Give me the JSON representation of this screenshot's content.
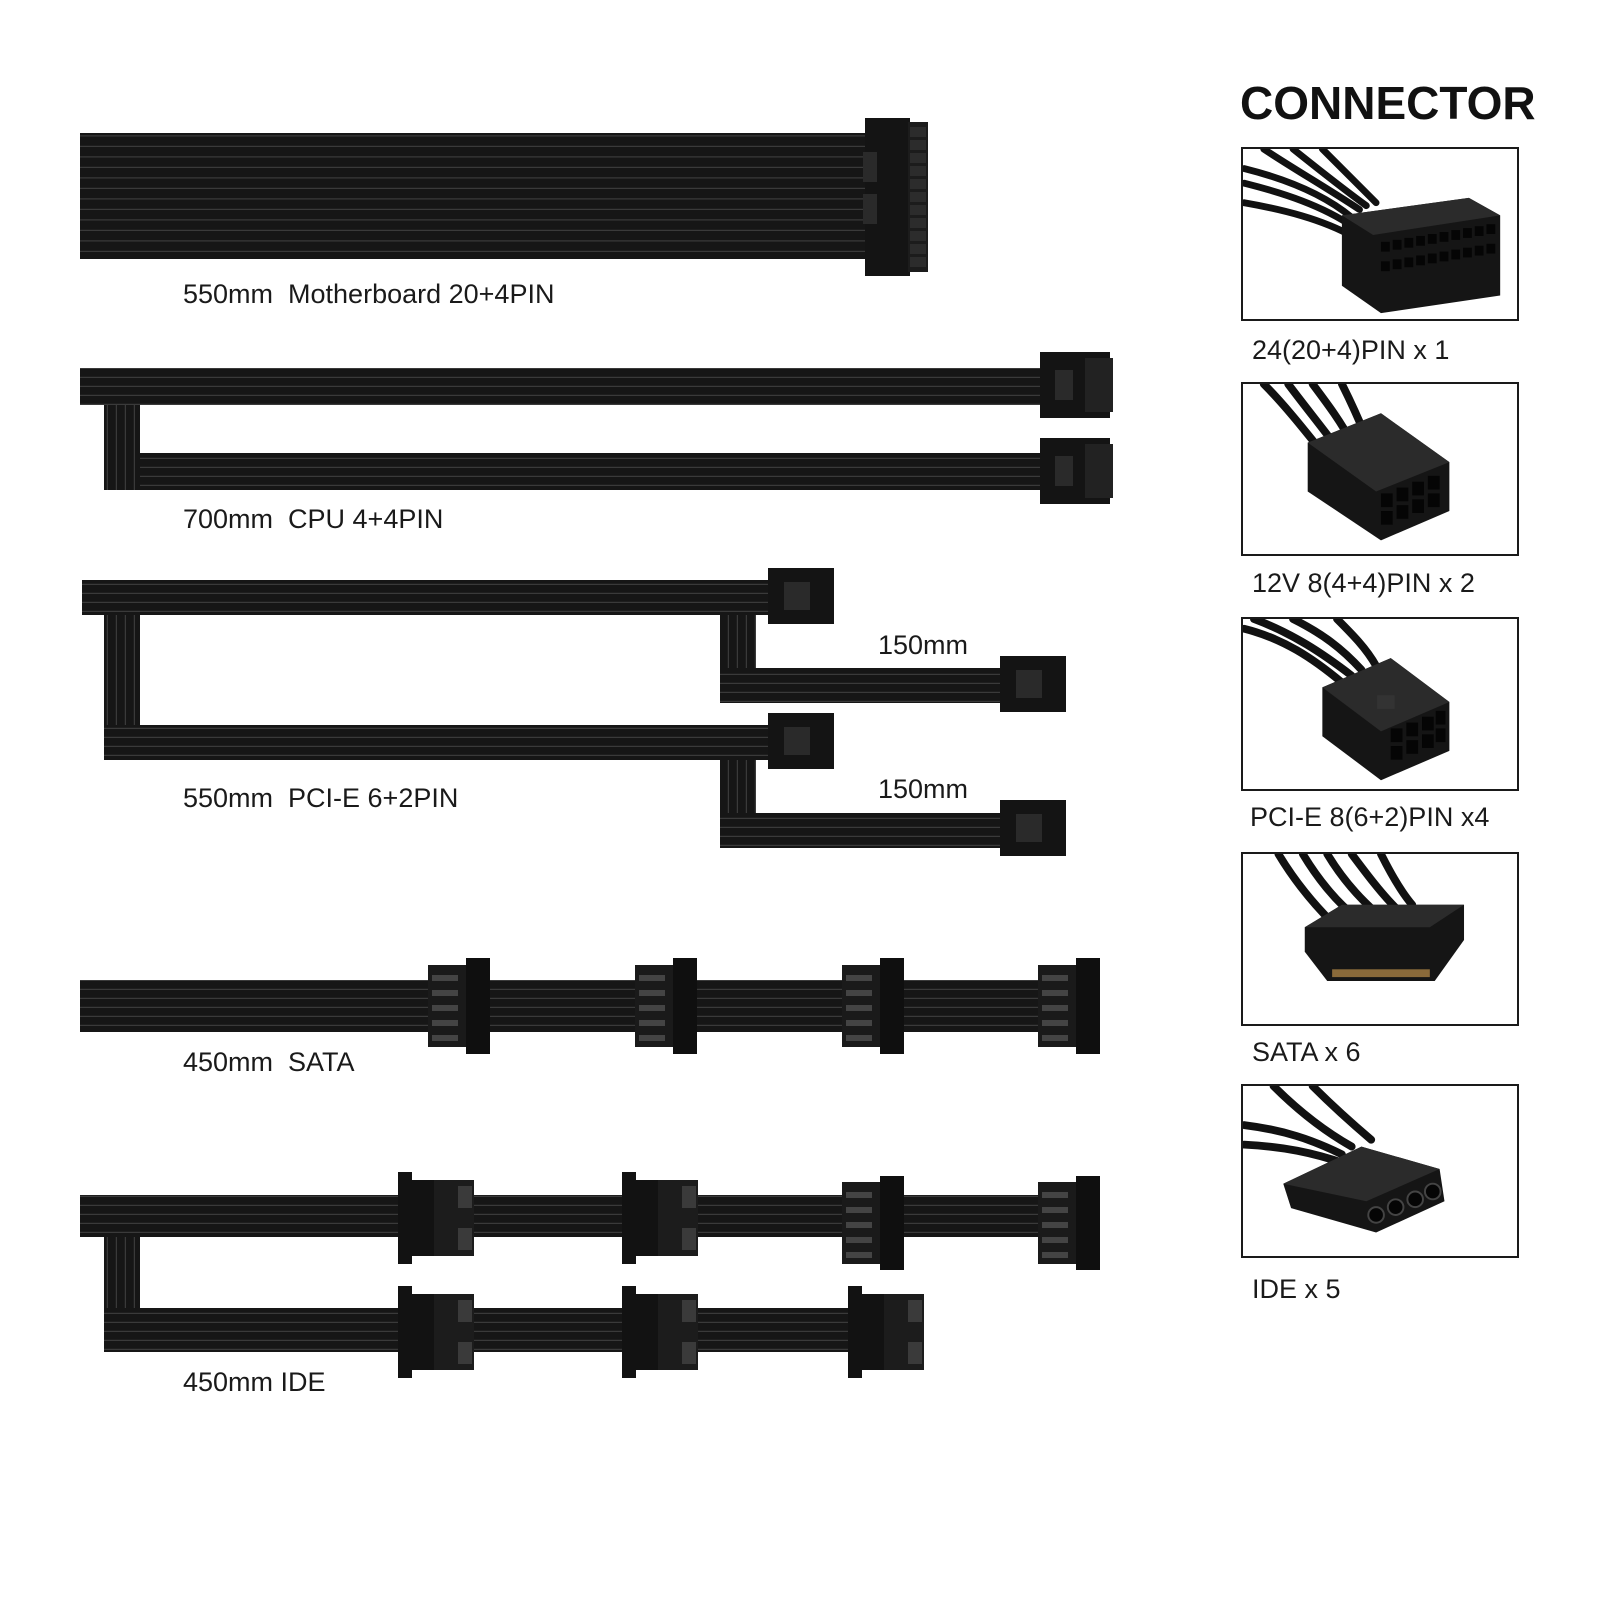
{
  "colors": {
    "cable": "#161616",
    "cable_gap": "#3a3a3a",
    "connector": "#111111",
    "background": "#ffffff",
    "text": "#1a1a1a"
  },
  "cables": {
    "motherboard": {
      "label": "550mm  Motherboard 20+4PIN"
    },
    "cpu": {
      "label": "700mm  CPU 4+4PIN"
    },
    "pcie": {
      "label": "550mm  PCI-E 6+2PIN",
      "branch_label_1": "150mm",
      "branch_label_2": "150mm"
    },
    "sata": {
      "label": "450mm  SATA"
    },
    "ide": {
      "label": "450mm IDE"
    }
  },
  "connector_panel": {
    "title": "CONNECTOR",
    "items": [
      {
        "icon": "atx-24pin-connector-icon",
        "label": "24(20+4)PIN x 1"
      },
      {
        "icon": "cpu-8pin-connector-icon",
        "label": "12V 8(4+4)PIN x 2"
      },
      {
        "icon": "pcie-8pin-connector-icon",
        "label": "PCI-E 8(6+2)PIN x4"
      },
      {
        "icon": "sata-connector-icon",
        "label": "SATA x 6"
      },
      {
        "icon": "ide-molex-connector-icon",
        "label": "IDE x 5"
      }
    ]
  }
}
